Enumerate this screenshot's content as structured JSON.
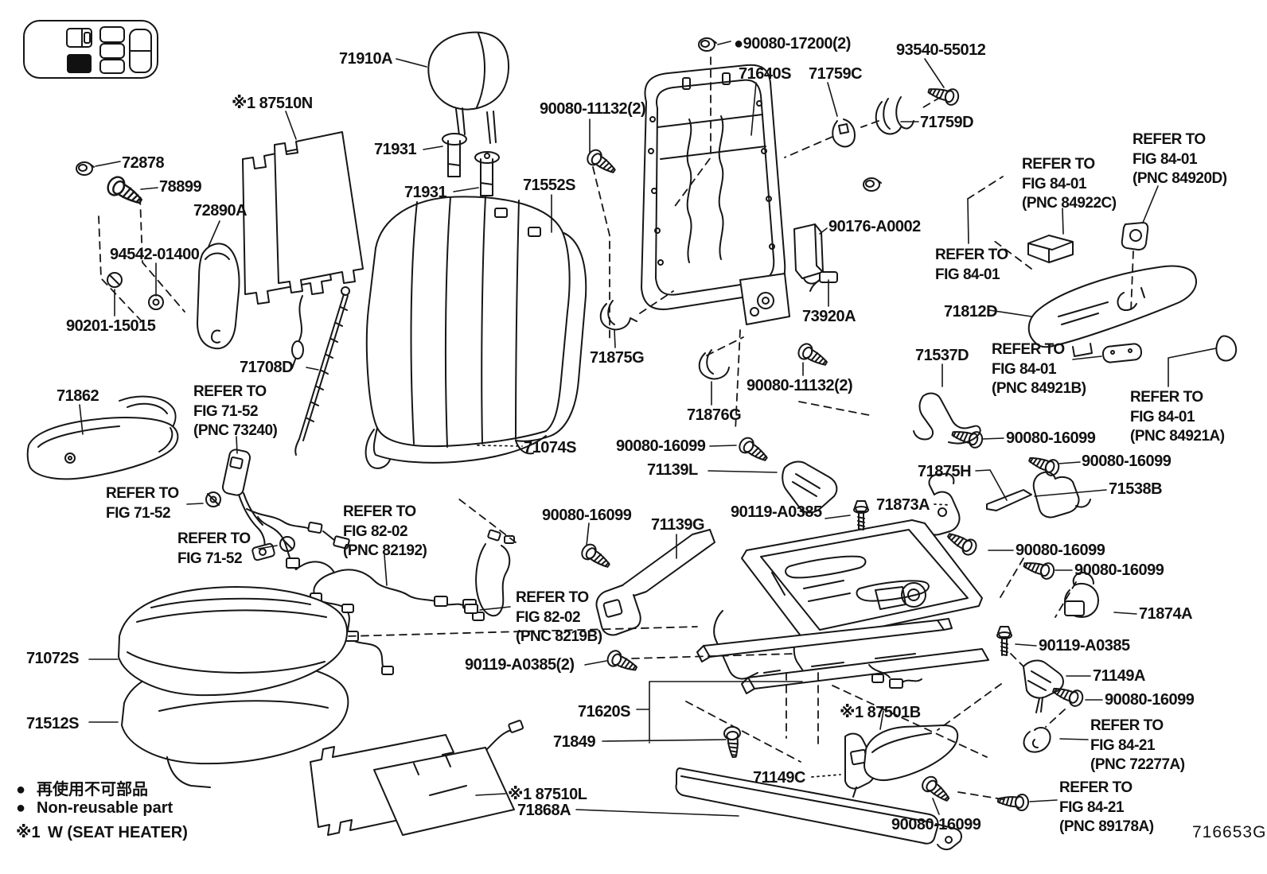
{
  "footer": "716653G",
  "legend": {
    "bullet": "●",
    "jp": "再使用不可部品",
    "en": "Non-reusable part",
    "note_mark": "※1",
    "note": "W (SEAT HEATER)"
  },
  "labels": [
    {
      "text": "71910A"
    },
    {
      "text": "※1 87510N"
    },
    {
      "text": "71931"
    },
    {
      "text": "71931"
    },
    {
      "text": "71552S"
    },
    {
      "text": "90080-11132(2)"
    },
    {
      "text": "●90080-17200(2)"
    },
    {
      "text": "71640S"
    },
    {
      "text": "71759C"
    },
    {
      "text": "93540-55012"
    },
    {
      "text": "71759D"
    },
    {
      "text": "REFER TO\nFIG 84-01\n(PNC 84920D)"
    },
    {
      "text": "REFER TO\nFIG 84-01\n(PNC 84922C)"
    },
    {
      "text": "REFER TO\nFIG 84-01"
    },
    {
      "text": "90176-A0002"
    },
    {
      "text": "73920A"
    },
    {
      "text": "71812D"
    },
    {
      "text": "72878"
    },
    {
      "text": "78899"
    },
    {
      "text": "72890A"
    },
    {
      "text": "94542-01400"
    },
    {
      "text": "90201-15015"
    },
    {
      "text": "71875G"
    },
    {
      "text": "71876G"
    },
    {
      "text": "90080-11132(2)"
    },
    {
      "text": "71537D"
    },
    {
      "text": "REFER TO\nFIG 84-01\n(PNC 84921B)"
    },
    {
      "text": "REFER TO\nFIG 84-01\n(PNC 84921A)"
    },
    {
      "text": "90080-16099"
    },
    {
      "text": "90080-16099"
    },
    {
      "text": "71875H"
    },
    {
      "text": "71538B"
    },
    {
      "text": "71873A"
    },
    {
      "text": "71862"
    },
    {
      "text": "71708D"
    },
    {
      "text": "REFER TO\nFIG 71-52\n(PNC 73240)"
    },
    {
      "text": "REFER TO\nFIG 71-52"
    },
    {
      "text": "REFER TO\nFIG 71-52"
    },
    {
      "text": "71074S"
    },
    {
      "text": "90080-16099"
    },
    {
      "text": "71139L"
    },
    {
      "text": "90080-16099"
    },
    {
      "text": "71139G"
    },
    {
      "text": "90119-A0385"
    },
    {
      "text": "REFER TO\nFIG 82-02\n(PNC 82192)"
    },
    {
      "text": "REFER TO\nFIG 82-02\n(PNC 8219B)"
    },
    {
      "text": "90119-A0385(2)"
    },
    {
      "text": "71072S"
    },
    {
      "text": "71512S"
    },
    {
      "text": "71620S"
    },
    {
      "text": "71849"
    },
    {
      "text": "※1 87510L"
    },
    {
      "text": "71868A"
    },
    {
      "text": "71149C"
    },
    {
      "text": "※1 87501B"
    },
    {
      "text": "90080-16099"
    },
    {
      "text": "90080-16099"
    },
    {
      "text": "90080-16099"
    },
    {
      "text": "71874A"
    },
    {
      "text": "90119-A0385"
    },
    {
      "text": "71149A"
    },
    {
      "text": "90080-16099"
    },
    {
      "text": "REFER TO\nFIG 84-21\n(PNC 72277A)"
    },
    {
      "text": "REFER TO\nFIG 84-21\n(PNC 89178A)"
    }
  ]
}
